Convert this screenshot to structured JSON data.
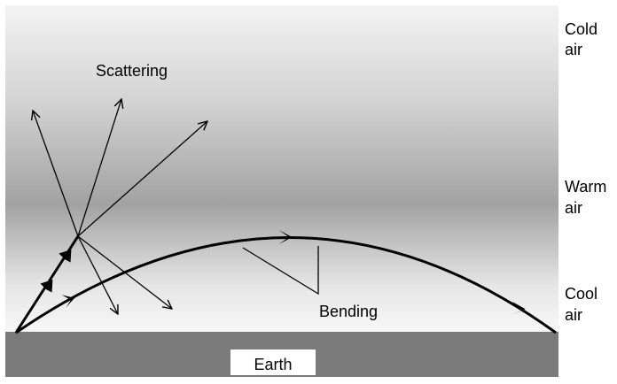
{
  "labels": {
    "scattering": "Scattering",
    "bending": "Bending",
    "earth": "Earth",
    "cold_air": [
      "Cold",
      "air"
    ],
    "warm_air": [
      "Warm",
      "air"
    ],
    "cool_air": [
      "Cool",
      "air"
    ]
  },
  "colors": {
    "background_light": "#f2f2f2",
    "background_band": "#a3a3a3",
    "earth_fill": "#7a7a7a",
    "earth_label_box": "#ffffff",
    "lines": "#000000"
  }
}
